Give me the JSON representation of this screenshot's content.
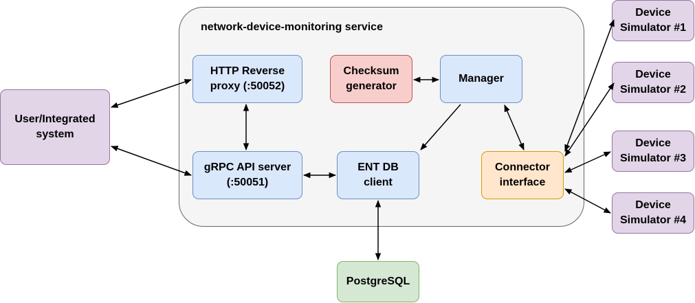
{
  "service": {
    "title": "network-device-monitoring service"
  },
  "nodes": {
    "user": "User/Integrated\nsystem",
    "http_proxy": "HTTP Reverse\nproxy (:50052)",
    "grpc": "gRPC API server\n(:50051)",
    "checksum": "Checksum\ngenerator",
    "manager": "Manager",
    "ent_db": "ENT DB\nclient",
    "connector": "Connector\ninterface",
    "postgres": "PostgreSQL",
    "sim1": "Device\nSimulator #1",
    "sim2": "Device\nSimulator #2",
    "sim3": "Device\nSimulator #3",
    "sim4": "Device\nSimulator #4"
  },
  "colors": {
    "blue_fill": "#dae8fc",
    "red_fill": "#f8cecc",
    "orange_fill": "#ffe6cc",
    "purple_fill": "#e1d5e7",
    "green_fill": "#d5e8d4",
    "edge": "#000000"
  }
}
